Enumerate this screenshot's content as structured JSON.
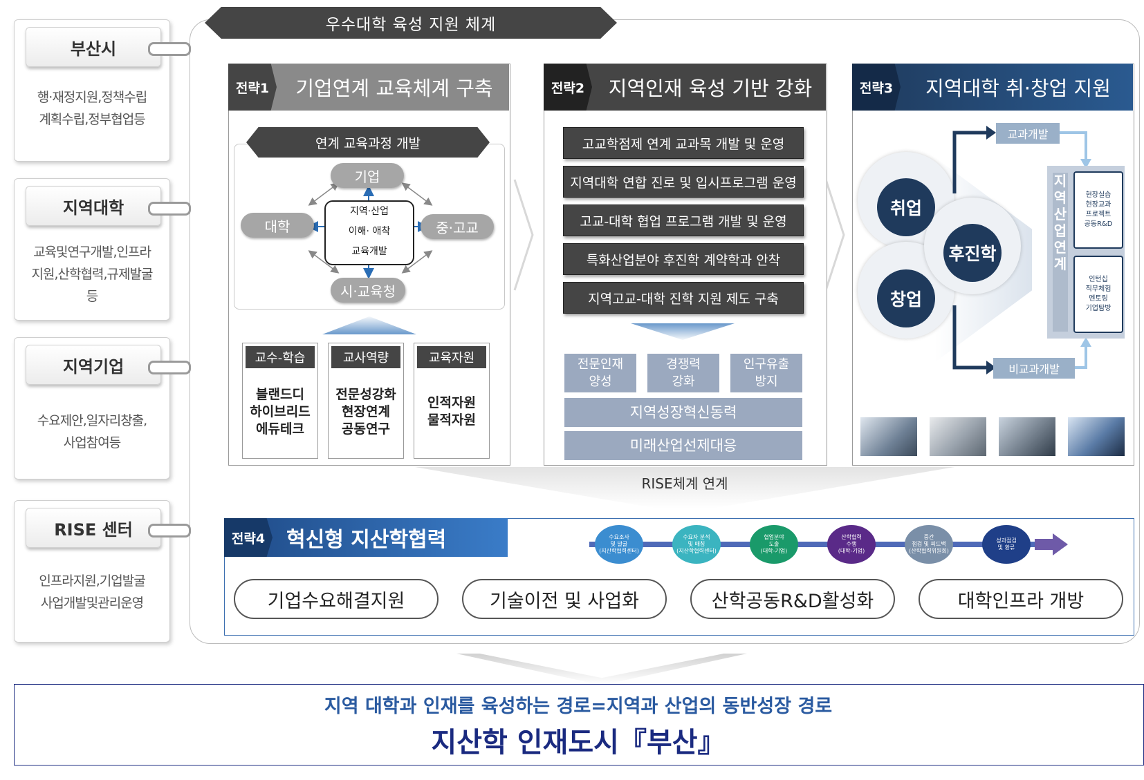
{
  "left_cards": [
    {
      "title": "부산시",
      "desc_lines": [
        "행·재정지원,정책수립",
        "계획수립,정부협업등"
      ]
    },
    {
      "title": "지역대학",
      "desc_lines": [
        "교육및연구개발,인프라",
        "지원,산학협력,규제발굴",
        "등"
      ]
    },
    {
      "title": "지역기업",
      "desc_lines": [
        "수요제안,일자리창출,",
        "사업참여등"
      ]
    },
    {
      "title": "RISE 센터",
      "desc_lines": [
        "인프라지원,기업발굴",
        "사업개발및관리운영"
      ]
    }
  ],
  "banner": "우수대학 육성 지원 체계",
  "strategy1": {
    "tag": "전략1",
    "title": "기업연계 교육체계 구축",
    "subtitle": "연계 교육과정 개발",
    "center_lines": [
      "지역·산업",
      "이해·  애착",
      "교육개발"
    ],
    "nodes": {
      "top": "기업",
      "left": "대학",
      "right": "중·고교",
      "bottom": "시·교육청"
    },
    "columns": [
      {
        "head": "교수-학습",
        "lines": [
          "블랜드디",
          "하이브리드",
          "에듀테크"
        ]
      },
      {
        "head": "교사역량",
        "lines": [
          "전문성강화",
          "현장연계",
          "공동연구"
        ]
      },
      {
        "head": "교육자원",
        "lines": [
          "인적자원",
          "물적자원"
        ]
      }
    ]
  },
  "strategy2": {
    "tag": "전략2",
    "title": "지역인재 육성 기반 강화",
    "items": [
      "고교학점제 연계 교과목 개발 및 운영",
      "지역대학 연합 진로 및 입시프로그램 운영",
      "고교-대학 협업 프로그램 개발 및 운영",
      "특화산업분야 후진학 계약학과 안착",
      "지역고교-대학 진학 지원 제도 구축"
    ],
    "outcomes": [
      [
        "전문인재",
        "양성"
      ],
      [
        "경쟁력",
        "강화"
      ],
      [
        "인구유출",
        "방지"
      ]
    ],
    "bars": [
      "지역성장혁신동력",
      "미래산업선제대응"
    ]
  },
  "strategy3": {
    "tag": "전략3",
    "title": "지역대학 취·창업 지원",
    "circles": [
      "취업",
      "후진학",
      "창업"
    ],
    "top_label": "교과개발",
    "bottom_label": "비교과개발",
    "vertical_label": "지역산업연계",
    "box1_lines": [
      "현장실습",
      "현장교과",
      "프로젝트",
      "공동R&D"
    ],
    "box2_lines": [
      "인턴십",
      "직무체험",
      "멘토링",
      "기업탐방"
    ]
  },
  "rise_link": "RISE체계 연계",
  "strategy4": {
    "tag": "전략4",
    "title": "혁신형 지산학협력",
    "steps": [
      {
        "lines": [
          "수요조사",
          "및 발굴",
          "(지산학협력센터)"
        ],
        "color": "#3b8dd0"
      },
      {
        "lines": [
          "수요자 분석",
          "및 매칭",
          "(지산학협력센터)"
        ],
        "color": "#3bb4c0"
      },
      {
        "lines": [
          "협업분야",
          "도출",
          "(대학-기업)"
        ],
        "color": "#1a9a6a"
      },
      {
        "lines": [
          "산학협력",
          "수행",
          "(대학-기업)"
        ],
        "color": "#5a2a88"
      },
      {
        "lines": [
          "중간",
          "점검 및 피드백",
          "(산학협력위원회)"
        ],
        "color": "#7a8fa8"
      },
      {
        "lines": [
          "성과점검",
          "및 환류"
        ],
        "color": "#1f3f88"
      }
    ],
    "ovals": [
      "기업수요해결지원",
      "기술이전 및 사업화",
      "산학공동R&D활성화",
      "대학인프라 개방"
    ]
  },
  "bottom": {
    "line1": "지역 대학과 인재를 육성하는 경로=지역과 산업의 동반성장 경로",
    "line2": "지산학 인재도시『부산』"
  },
  "colors": {
    "dark": "#454545",
    "navy": "#1f3a5c",
    "blue": "#2a6db5",
    "bottom_text1": "#2a5aa0",
    "bottom_text2": "#1a2a80"
  }
}
